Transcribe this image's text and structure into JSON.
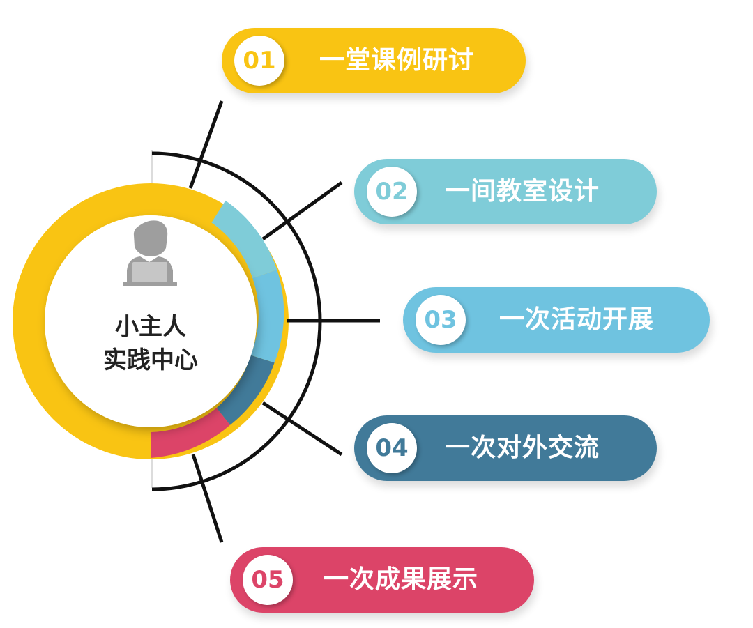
{
  "center": {
    "line1": "小主人",
    "line2": "实践中心",
    "icon": "person-laptop-icon"
  },
  "colors": {
    "item1": "#F9C413",
    "item2": "#7FCCD8",
    "item3": "#6FC3E0",
    "item4": "#417A99",
    "item5": "#DC4468",
    "ring_main": "#F9C413",
    "line": "#111111",
    "icon": "#9E9E9E"
  },
  "items": [
    {
      "number": "01",
      "label": "一堂课例研讨"
    },
    {
      "number": "02",
      "label": "一间教室设计"
    },
    {
      "number": "03",
      "label": "一次活动开展"
    },
    {
      "number": "04",
      "label": "一次对外交流"
    },
    {
      "number": "05",
      "label": "一次成果展示"
    }
  ]
}
